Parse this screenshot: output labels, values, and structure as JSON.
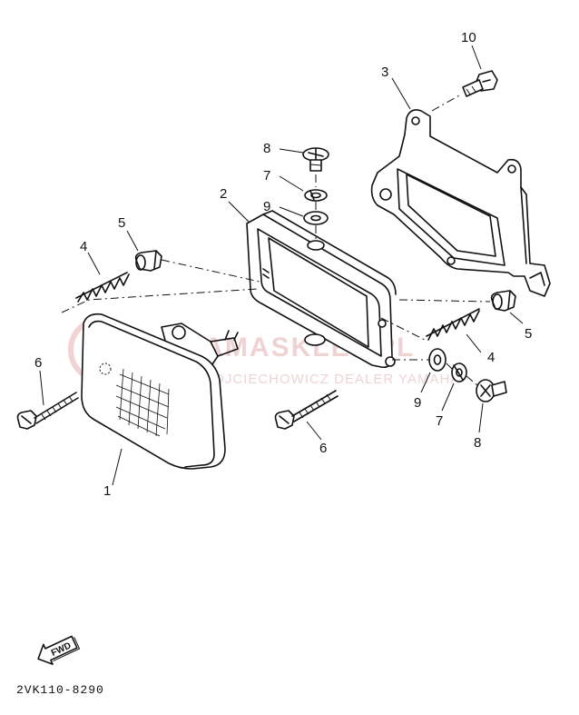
{
  "diagram": {
    "code": "2VK110-8290",
    "fwd_label": "FWD",
    "watermark": {
      "site": "YAMASKLEP.PL",
      "dealer": "WOJCIECHOWICZ DEALER YAMAHA"
    },
    "callouts": {
      "c1": "1",
      "c2": "2",
      "c3": "3",
      "c4a": "4",
      "c4b": "4",
      "c5a": "5",
      "c5b": "5",
      "c6a": "6",
      "c6b": "6",
      "c7a": "7",
      "c7b": "7",
      "c8a": "8",
      "c8b": "8",
      "c9a": "9",
      "c9b": "9",
      "c10": "10"
    }
  }
}
